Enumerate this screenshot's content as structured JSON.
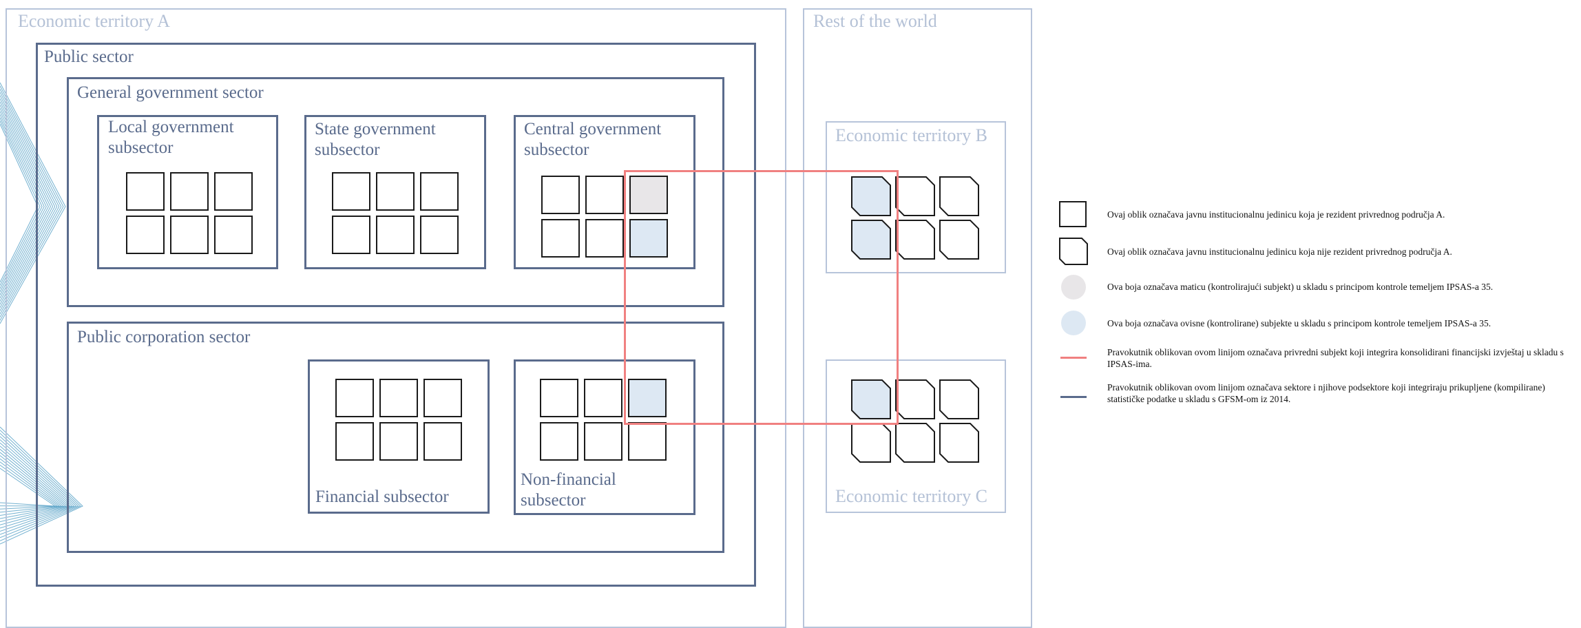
{
  "colors": {
    "sector_border": "#5a6b8c",
    "territory_border": "#b7c4da",
    "consolidation_line": "#f08080",
    "controlling_fill": "#e8e6e8",
    "controlled_fill": "#dde8f3",
    "fan_lines": "#5aa3c8"
  },
  "territories": {
    "a": {
      "label": "Economic territory A"
    },
    "rest": {
      "label": "Rest of the world"
    },
    "b": {
      "label": "Economic territory B"
    },
    "c": {
      "label": "Economic territory C"
    }
  },
  "sectors": {
    "public": {
      "label": "Public sector"
    },
    "general_government": {
      "label": "General government sector"
    },
    "local": {
      "label": "Local government\nsubsector"
    },
    "state": {
      "label": "State government\nsubsector"
    },
    "central": {
      "label": "Central government\nsubsector"
    },
    "public_corporation": {
      "label": "Public corporation sector"
    },
    "financial": {
      "label": "Financial subsector"
    },
    "non_financial": {
      "label": "Non-financial\nsubsector"
    }
  },
  "legend": [
    {
      "icon": "resident-unit-icon",
      "text": "Ovaj oblik označava javnu institucionalnu jedinicu koja je rezident privrednog područja A."
    },
    {
      "icon": "non-resident-unit-icon",
      "text": "Ovaj oblik označava javnu institucionalnu jedinicu koja nije rezident privrednog područja A."
    },
    {
      "icon": "controlling-entity-icon",
      "text": "Ova boja označava maticu (kontrolirajući subjekt) u skladu s principom kontrole temeljem IPSAS-a 35."
    },
    {
      "icon": "controlled-entity-icon",
      "text": "Ova boja označava ovisne (kontrolirane) subjekte u skladu s principom kontrole temeljem IPSAS-a 35."
    },
    {
      "icon": "red-line-icon",
      "text": "Pravokutnik oblikovan ovom linijom označava privredni subjekt koji integrira konsolidirani financijski izvještaj u skladu s IPSAS-ima."
    },
    {
      "icon": "blue-line-icon",
      "text": "Pravokutnik oblikovan ovom linijom označava sektore i njihove podsektore koji integriraju prikupljene (kompilirane) statističke podatke u skladu s GFSM-om iz 2014."
    }
  ]
}
